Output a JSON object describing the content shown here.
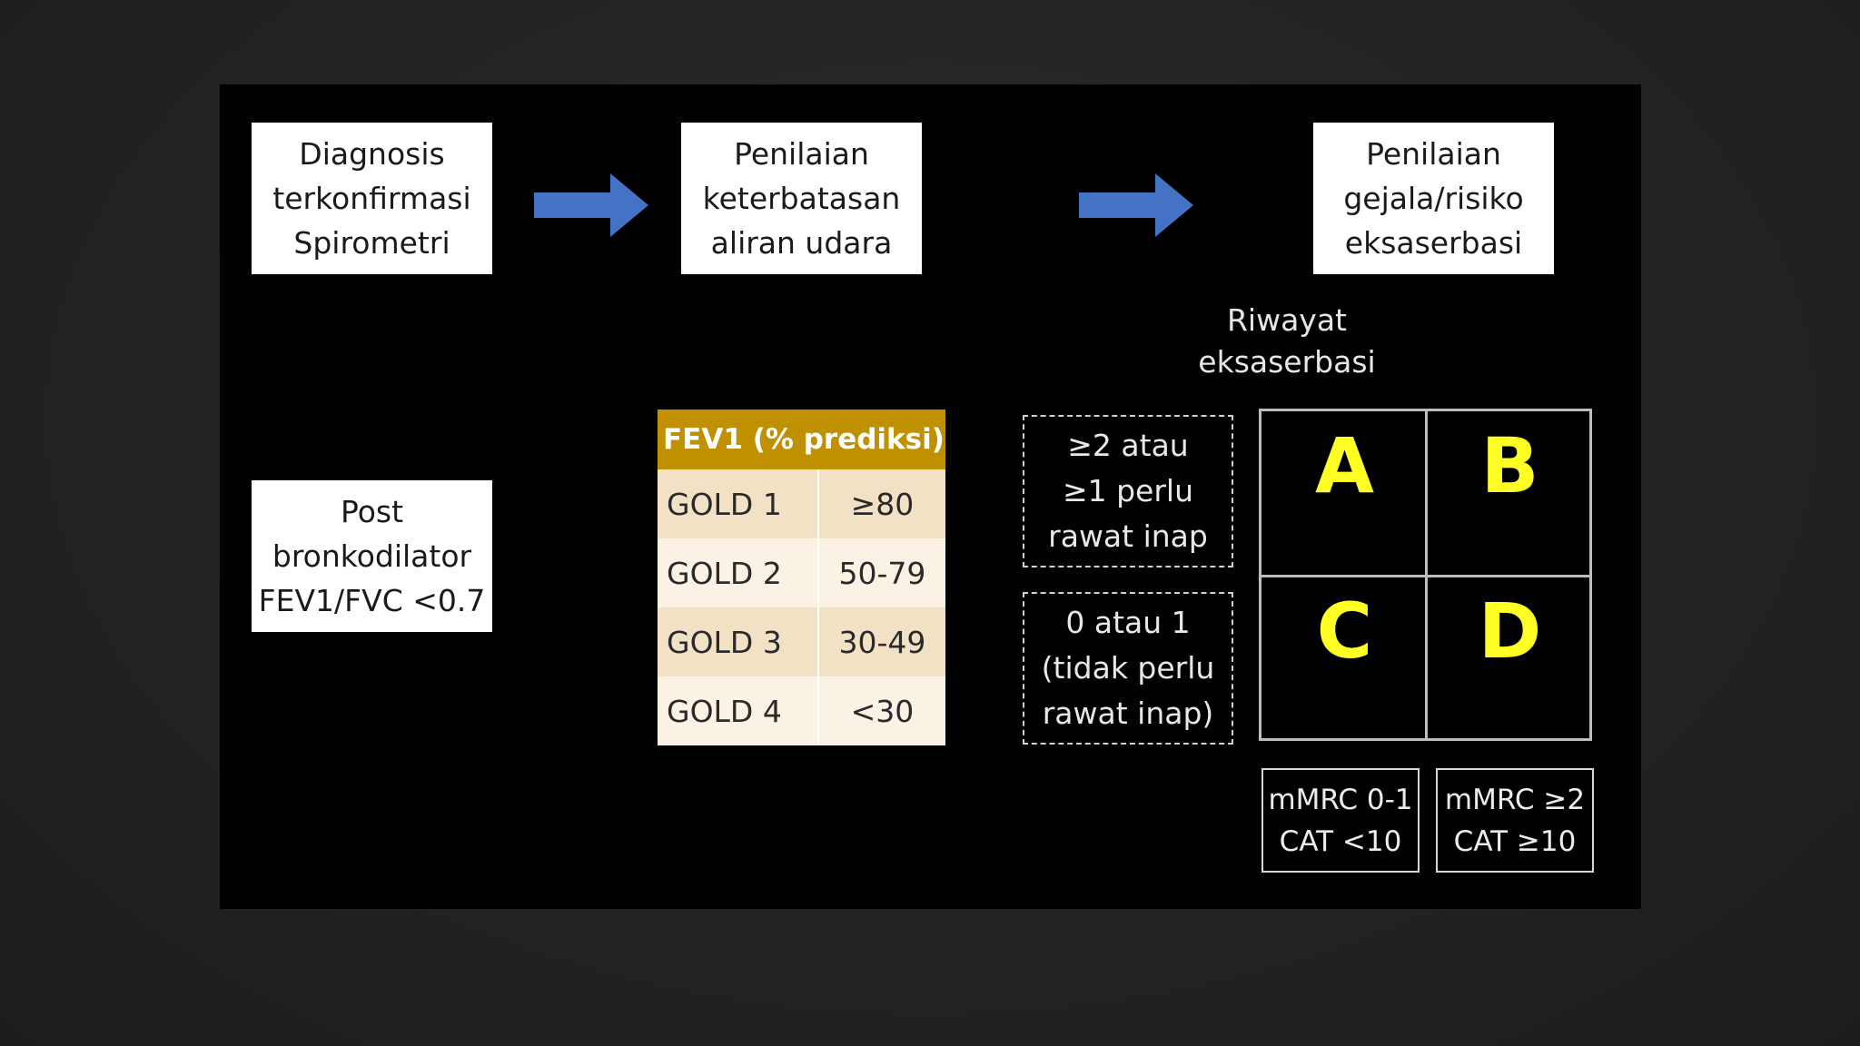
{
  "colors": {
    "background": "#232323",
    "slide": "#000000",
    "arrow": "#4472c4",
    "table_header": "#bf9000",
    "table_row_dark": "#f3e1c6",
    "table_row_light": "#fbf2e6",
    "grid_letters": "#ffff26"
  },
  "boxes": {
    "diagnosis": [
      "Diagnosis",
      "terkonfirmasi",
      "Spirometri"
    ],
    "airflow": [
      "Penilaian",
      "keterbatasan",
      "aliran udara"
    ],
    "symptoms": [
      "Penilaian",
      "gejala/risiko",
      "eksaserbasi"
    ],
    "post_bronchodilator": [
      "Post",
      "bronkodilator",
      "FEV1/FVC <0.7"
    ]
  },
  "history_label": [
    "Riwayat",
    "eksaserbasi"
  ],
  "fev1_table": {
    "header": "FEV1 (% prediksi)",
    "rows": [
      {
        "grade": "GOLD 1",
        "range": "≥80"
      },
      {
        "grade": "GOLD 2",
        "range": "50-79"
      },
      {
        "grade": "GOLD 3",
        "range": "30-49"
      },
      {
        "grade": "GOLD 4",
        "range": "<30"
      }
    ]
  },
  "exacerbation": {
    "high": [
      "≥2 atau",
      "≥1 perlu",
      "rawat inap"
    ],
    "low": [
      "0 atau 1",
      "(tidak perlu",
      "rawat inap)"
    ]
  },
  "grid": {
    "a": "A",
    "b": "B",
    "c": "C",
    "d": "D"
  },
  "symptom_scores": {
    "low": [
      "mMRC 0-1",
      "CAT <10"
    ],
    "high": [
      "mMRC ≥2",
      "CAT ≥10"
    ]
  }
}
